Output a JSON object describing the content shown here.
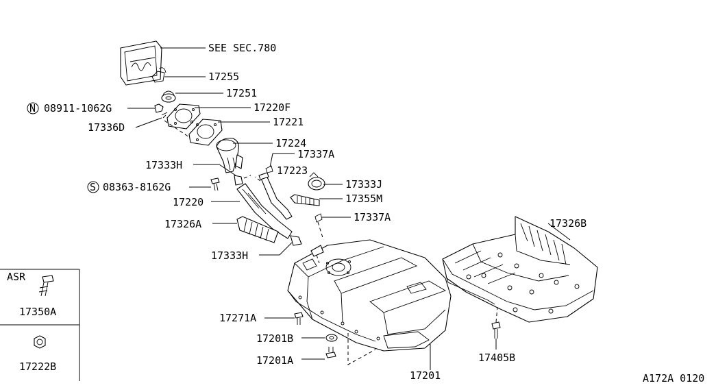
{
  "diagram_id": "A172A 0120",
  "callouts": {
    "see_sec": "SEE SEC.780",
    "p17255": "17255",
    "p17251": "17251",
    "n_bolt": "08911-1062G",
    "n_prefix": "N",
    "p17220f": "17220F",
    "p17336d": "17336D",
    "p17221": "17221",
    "p17224": "17224",
    "p17337a_top": "17337A",
    "p17333h_top": "17333H",
    "p17223": "17223",
    "s_screw": "08363-8162G",
    "s_prefix": "S",
    "p17333j": "17333J",
    "p17220": "17220",
    "p17355m": "17355M",
    "p17326a": "17326A",
    "p17337a_bot": "17337A",
    "p17326b": "17326B",
    "p17333h_bot": "17333H",
    "p17271a": "17271A",
    "p17201b": "17201B",
    "p17201a": "17201A",
    "p17201": "17201",
    "p17405b": "17405B"
  },
  "inset": {
    "title": "ASR",
    "part_a": "17350A",
    "part_b": "17222B"
  }
}
